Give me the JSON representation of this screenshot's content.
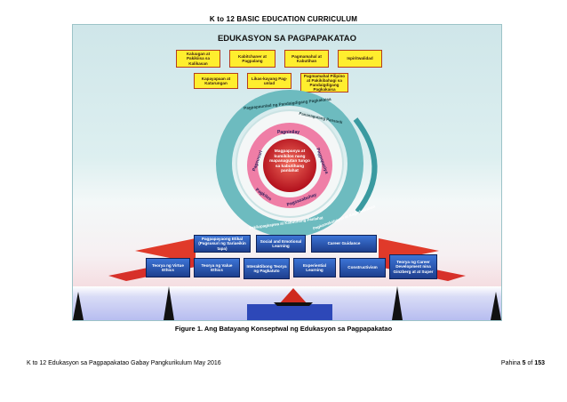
{
  "header": {
    "title": "K to 12 BASIC EDUCATION CURRICULUM"
  },
  "figure": {
    "title": "EDUKASYON SA PAGPAPAKATAO",
    "top_row": [
      "Kaluugan at Pakikiisa sa Kalikasan",
      "Kabitchaner at Pagpalang",
      "Pagmamahal at Kabutihan",
      "Ispiritwalidad"
    ],
    "second_row": [
      "Kapayapaan at Katarungan",
      "Likas-kayang Pag-unlad",
      "Pagmamahal Pilipino at Pakikibahagi sa Pandaigdigang Pagkakaisa"
    ],
    "outer_ring_top": "Pagpapaunlad ng Pandaigdigang Pagkakaisa",
    "outer_ring_mid": "Pananagutang Pansarili",
    "outer_ring_bottom": "Pakikipagkapwa at Kabutihang Panlahat",
    "outer_ring_right": "Pagkamakabayan at Kaginhawahan",
    "inner_labels": [
      "Pagninilay",
      "Pagsusuri",
      "Pagpapasiya",
      "Pagkilos",
      "Pagsasabuhay"
    ],
    "center_text": "Magpapasya at kumikilos nang mapanagutan tungo sa kabutihang panlahat",
    "macro_row": [
      "Pagpapayaong Etikal (Pagsusuri ng Sariaeikin tapa)",
      "Social and Emotional Learning",
      "Career Guidance"
    ],
    "theory_row": [
      "Teorya ng Virtue Ethics",
      "Teorya ng Value Ethics",
      "Interaktibong Teorya ng Pagkatuto",
      "Experiential Learning",
      "Constructivism",
      "Teorya ng Career Development nina Ginzberg at at Super"
    ]
  },
  "caption": "Figure 1. Ang Batayang Konseptwal ng Edukasyon sa Pagpapakatao",
  "footer": {
    "left": "K to 12 Edukasyon sa Pagpapakatao Gabay Pangkurikulum May 2016",
    "page_prefix": "Pahina",
    "page_number": "5",
    "page_of": "of",
    "page_total": "153"
  },
  "colors": {
    "accent_blue": "#1e3f8e",
    "accent_yellow": "#ffee2e",
    "ring_teal": "#5fb3b6",
    "center_red": "#d8232a"
  }
}
